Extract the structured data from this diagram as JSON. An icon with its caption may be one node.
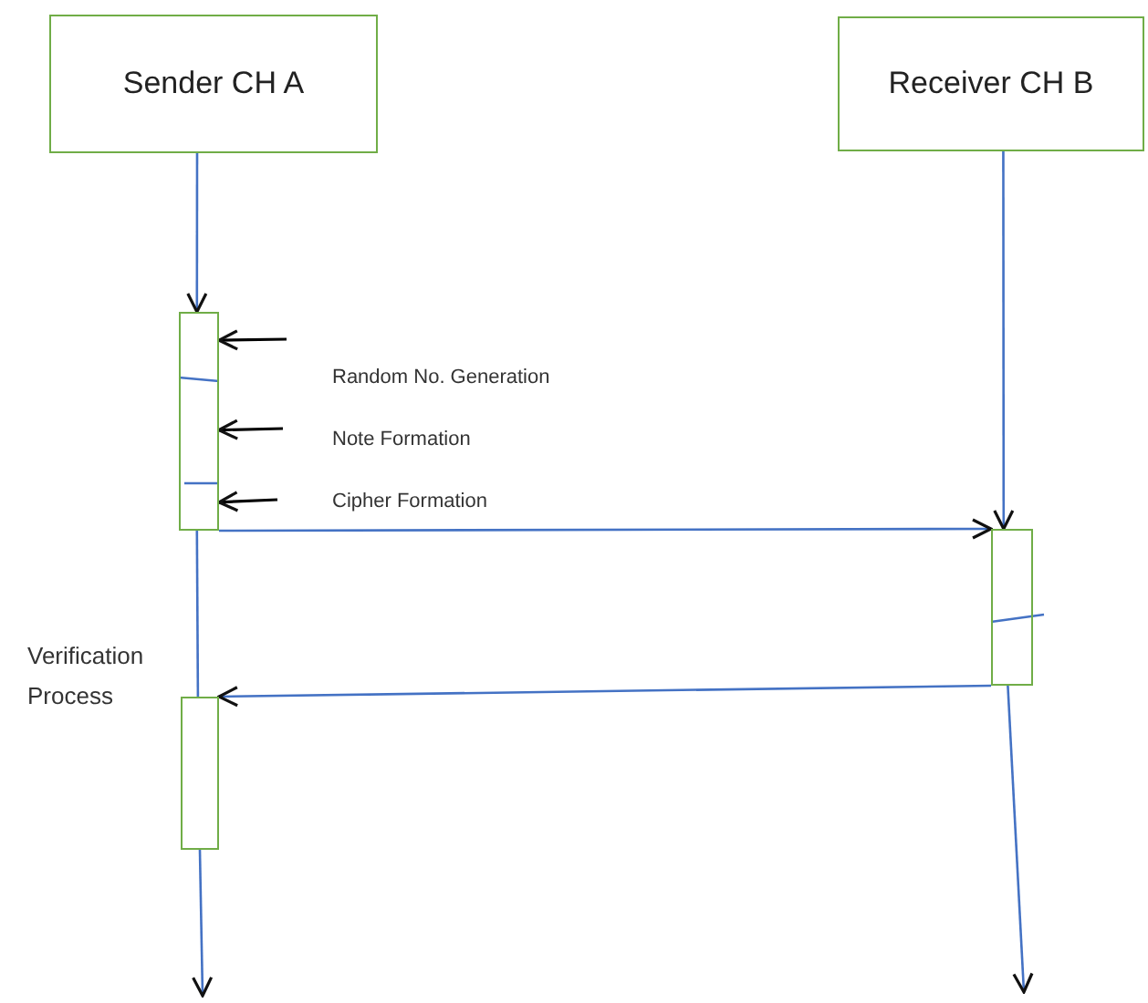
{
  "diagram": {
    "nodes": [
      {
        "text": [
          "Sender CH A"
        ]
      },
      {
        "text": [
          "Receiver CH B"
        ]
      },
      {
        "text": [],
        "shape": "box"
      },
      {
        "text": [],
        "shape": "box"
      },
      {
        "text": [],
        "shape": "box"
      }
    ],
    "edges": [
      {
        "from": 0,
        "to": 2,
        "arrow": "to"
      },
      {
        "from": 1,
        "to": 3,
        "arrow": "to"
      },
      {
        "from": 2,
        "to": 3,
        "arrow": "to"
      },
      {
        "from": 3,
        "to": 4,
        "arrow": "to"
      },
      {
        "from": 2,
        "to": 4,
        "arrow": "none"
      },
      {
        "from": 4,
        "to": null,
        "arrow": "to"
      },
      {
        "from": 3,
        "to": null,
        "arrow": "to"
      },
      {
        "from": null,
        "to": 2,
        "arrow": "to",
        "color": "#000000"
      },
      {
        "from": null,
        "to": 2,
        "arrow": "to",
        "color": "#000000"
      },
      {
        "from": null,
        "to": 2,
        "arrow": "to",
        "color": "#000000"
      }
    ],
    "labels": [
      "Random No. Generation",
      "Note Formation",
      "Cipher Formation",
      "Verification Process"
    ]
  }
}
